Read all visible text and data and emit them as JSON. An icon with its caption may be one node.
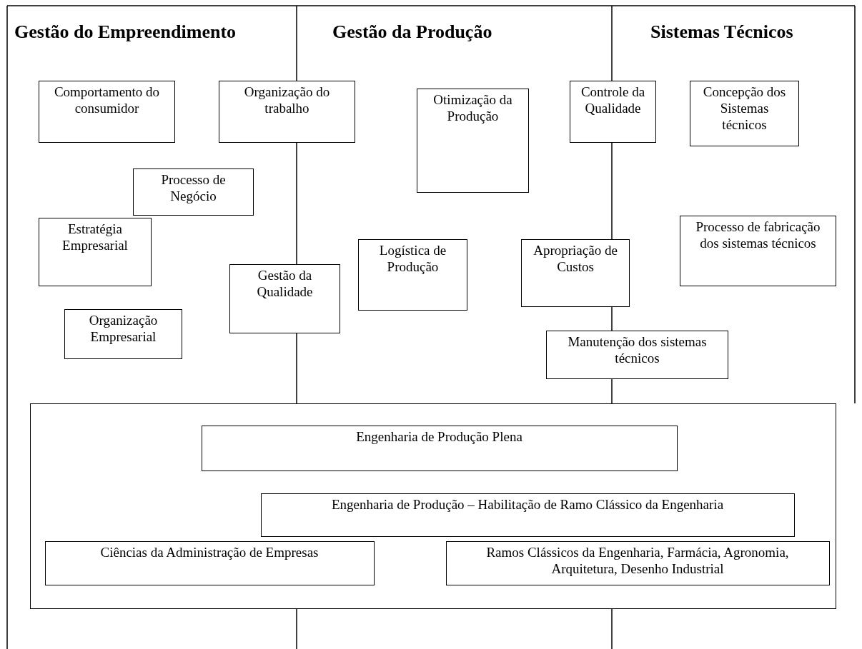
{
  "diagram": {
    "nodes": [
      {
        "text": [
          "Comportamento do consumidor"
        ]
      },
      {
        "text": [
          "Organização do trabalho"
        ]
      },
      {
        "text": [
          "Otimização da Produção"
        ]
      },
      {
        "text": [
          "Controle da Qualidade"
        ]
      },
      {
        "text": [
          "Concepção dos Sistemas técnicos"
        ]
      },
      {
        "text": [
          "Processo de Negócio"
        ]
      },
      {
        "text": [
          "Estratégia Empresarial"
        ]
      },
      {
        "text": [
          "Processo de fabricação dos sistemas técnicos"
        ]
      },
      {
        "text": [
          "Apropriação de Custos"
        ]
      },
      {
        "text": [
          "Logística de Produção"
        ]
      },
      {
        "text": [
          "Gestão da Qualidade"
        ]
      },
      {
        "text": [
          "Organização Empresarial"
        ]
      },
      {
        "text": [
          "Manutenção dos sistemas técnicos"
        ]
      },
      {
        "text": [],
        "shape": "box"
      },
      {
        "text": [
          "Engenharia de Produção Plena"
        ],
        "in": 13
      },
      {
        "text": [
          "Engenharia de Produção – Habilitação de Ramo Clássico da Engenharia"
        ],
        "in": 13
      },
      {
        "text": [
          "Ciências da Administração de Empresas"
        ],
        "in": 13
      },
      {
        "text": [
          "Ramos Clássicos da Engenharia, Farmácia, Agronomia, Arquitetura, Desenho Industrial"
        ],
        "in": 13
      }
    ],
    "labels": [
      "Gestão do Empreendimento",
      "Gestão da Produção",
      "Sistemas Técnicos"
    ]
  }
}
